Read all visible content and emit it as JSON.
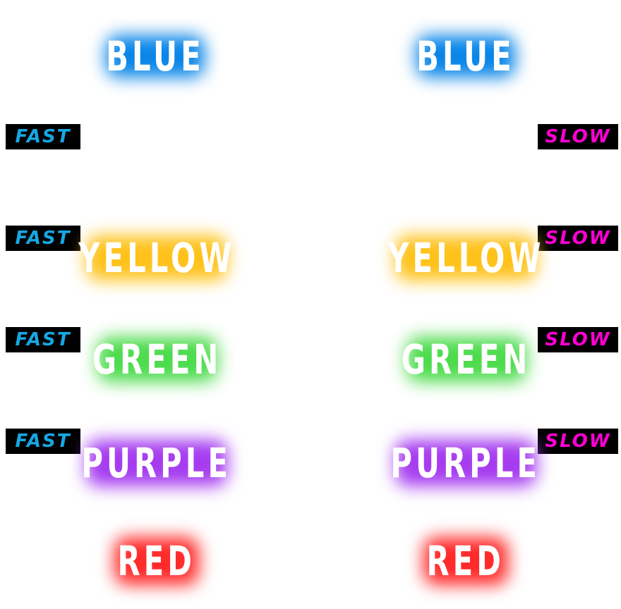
{
  "badges": {
    "fast": "FAST",
    "slow": "SLOW"
  },
  "colors": {
    "fast_text": "#17a7e3",
    "slow_text": "#ff00d4",
    "blue": "#0a86e8",
    "yellow": "#ffc21a",
    "green": "#4ddc4d",
    "purple": "#a63cf0",
    "red": "#ff2a2a"
  },
  "rows": [
    {
      "left_word": "BLUE",
      "right_word": "BLUE"
    },
    {
      "left_word": "YELLOW",
      "right_word": "YELLOW"
    },
    {
      "left_word": "GREEN",
      "right_word": "GREEN"
    },
    {
      "left_word": "PURPLE",
      "right_word": "PURPLE"
    },
    {
      "left_word": "RED",
      "right_word": "RED"
    }
  ]
}
